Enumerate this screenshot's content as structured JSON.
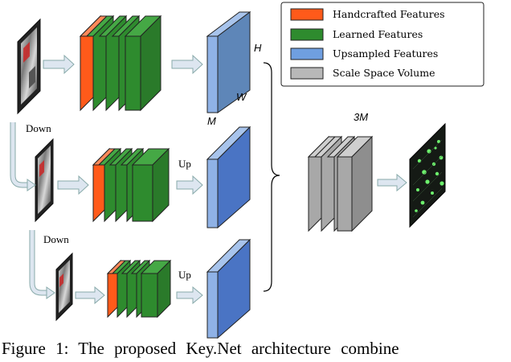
{
  "legend": {
    "items": [
      {
        "label": "Handcrafted Features",
        "color": "#ff5a1a"
      },
      {
        "label": "Learned Features",
        "color": "#2e8b2e"
      },
      {
        "label": "Upsampled Features",
        "color": "#6f9fe0"
      },
      {
        "label": "Scale Space Volume",
        "color": "#b8b8b8"
      }
    ]
  },
  "labels": {
    "down_1": "Down",
    "down_2": "Down",
    "up_1": "Up",
    "up_2": "Up",
    "dim_h": "H",
    "dim_w": "W",
    "dim_m": "M",
    "dim_3m": "3M"
  },
  "caption": "Figure 1:  The proposed Key.Net architecture combine",
  "colors": {
    "handcrafted": "#ff5a1a",
    "learned": "#2e8b2e",
    "upsampled": "#5b87d8",
    "volume": "#a8a8a8",
    "arrow": "#c9d5e6"
  }
}
